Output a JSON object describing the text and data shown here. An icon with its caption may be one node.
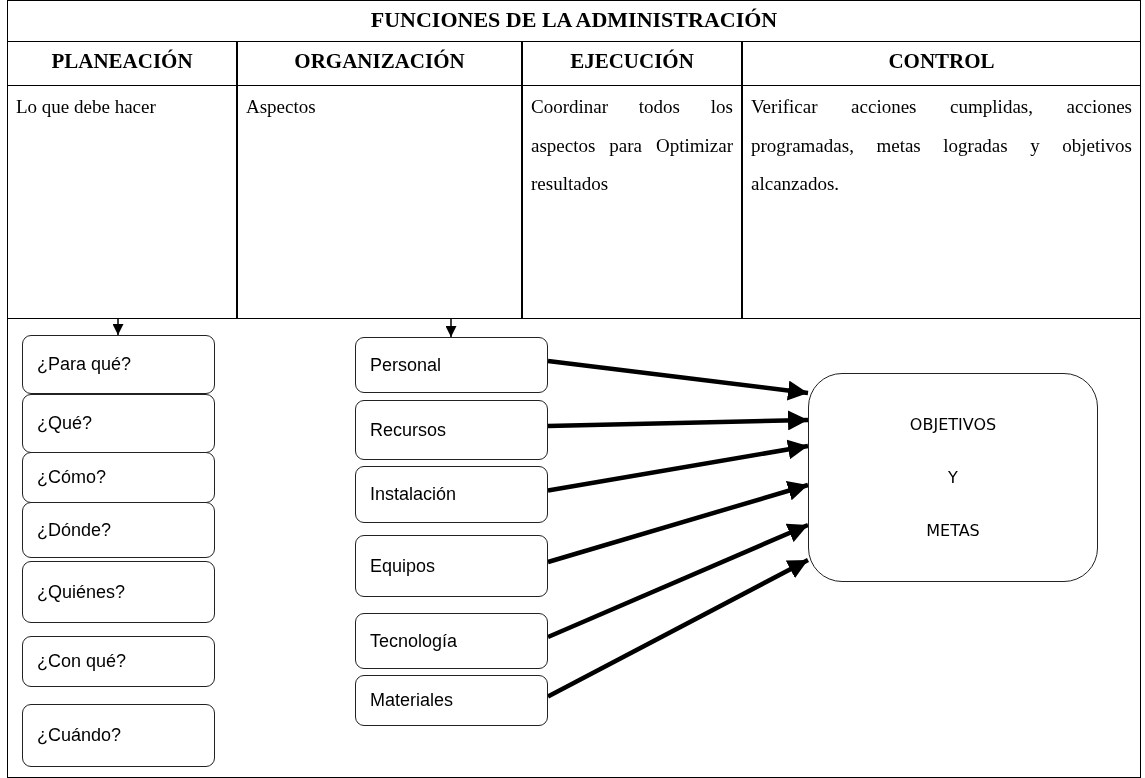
{
  "diagram": {
    "title": "FUNCIONES DE LA ADMINISTRACIÓN",
    "nodes": [
      {
        "text": [
          "PLANEACIÓN"
        ]
      },
      {
        "text": [
          "ORGANIZACIÓN"
        ]
      },
      {
        "text": [
          "EJECUCIÓN"
        ]
      },
      {
        "text": [
          "CONTROL"
        ]
      },
      {
        "text": [
          "Lo que debe hacer"
        ]
      },
      {
        "text": [
          "Aspectos"
        ]
      },
      {
        "text": [
          "Coordinar todos los aspectos para Optimizar resultados"
        ]
      },
      {
        "text": [
          "Verificar acciones cumplidas, acciones programadas, metas logradas y objetivos alcanzados."
        ]
      },
      {
        "text": [
          "¿Para qué?"
        ]
      },
      {
        "text": [
          "¿Qué?"
        ]
      },
      {
        "text": [
          "¿Cómo?"
        ]
      },
      {
        "text": [
          "¿Dónde?"
        ]
      },
      {
        "text": [
          "¿Quiénes?"
        ]
      },
      {
        "text": [
          "¿Con qué?"
        ]
      },
      {
        "text": [
          "¿Cuándo?"
        ]
      },
      {
        "text": [
          "Personal"
        ]
      },
      {
        "text": [
          "Recursos"
        ]
      },
      {
        "text": [
          "Instalación"
        ]
      },
      {
        "text": [
          "Equipos"
        ]
      },
      {
        "text": [
          "Tecnología"
        ]
      },
      {
        "text": [
          "Materiales"
        ]
      },
      {
        "text": [
          "OBJETIVOS",
          "Y",
          "METAS"
        ]
      }
    ],
    "edges": [
      {
        "from": 4,
        "to": 8,
        "arrow": "to"
      },
      {
        "from": 5,
        "to": 15,
        "arrow": "to"
      },
      {
        "from": 15,
        "to": 21,
        "arrow": "to"
      },
      {
        "from": 16,
        "to": 21,
        "arrow": "to"
      },
      {
        "from": 17,
        "to": 21,
        "arrow": "to"
      },
      {
        "from": 18,
        "to": 21,
        "arrow": "to"
      },
      {
        "from": 19,
        "to": 21,
        "arrow": "to"
      },
      {
        "from": 20,
        "to": 21,
        "arrow": "to"
      }
    ]
  }
}
